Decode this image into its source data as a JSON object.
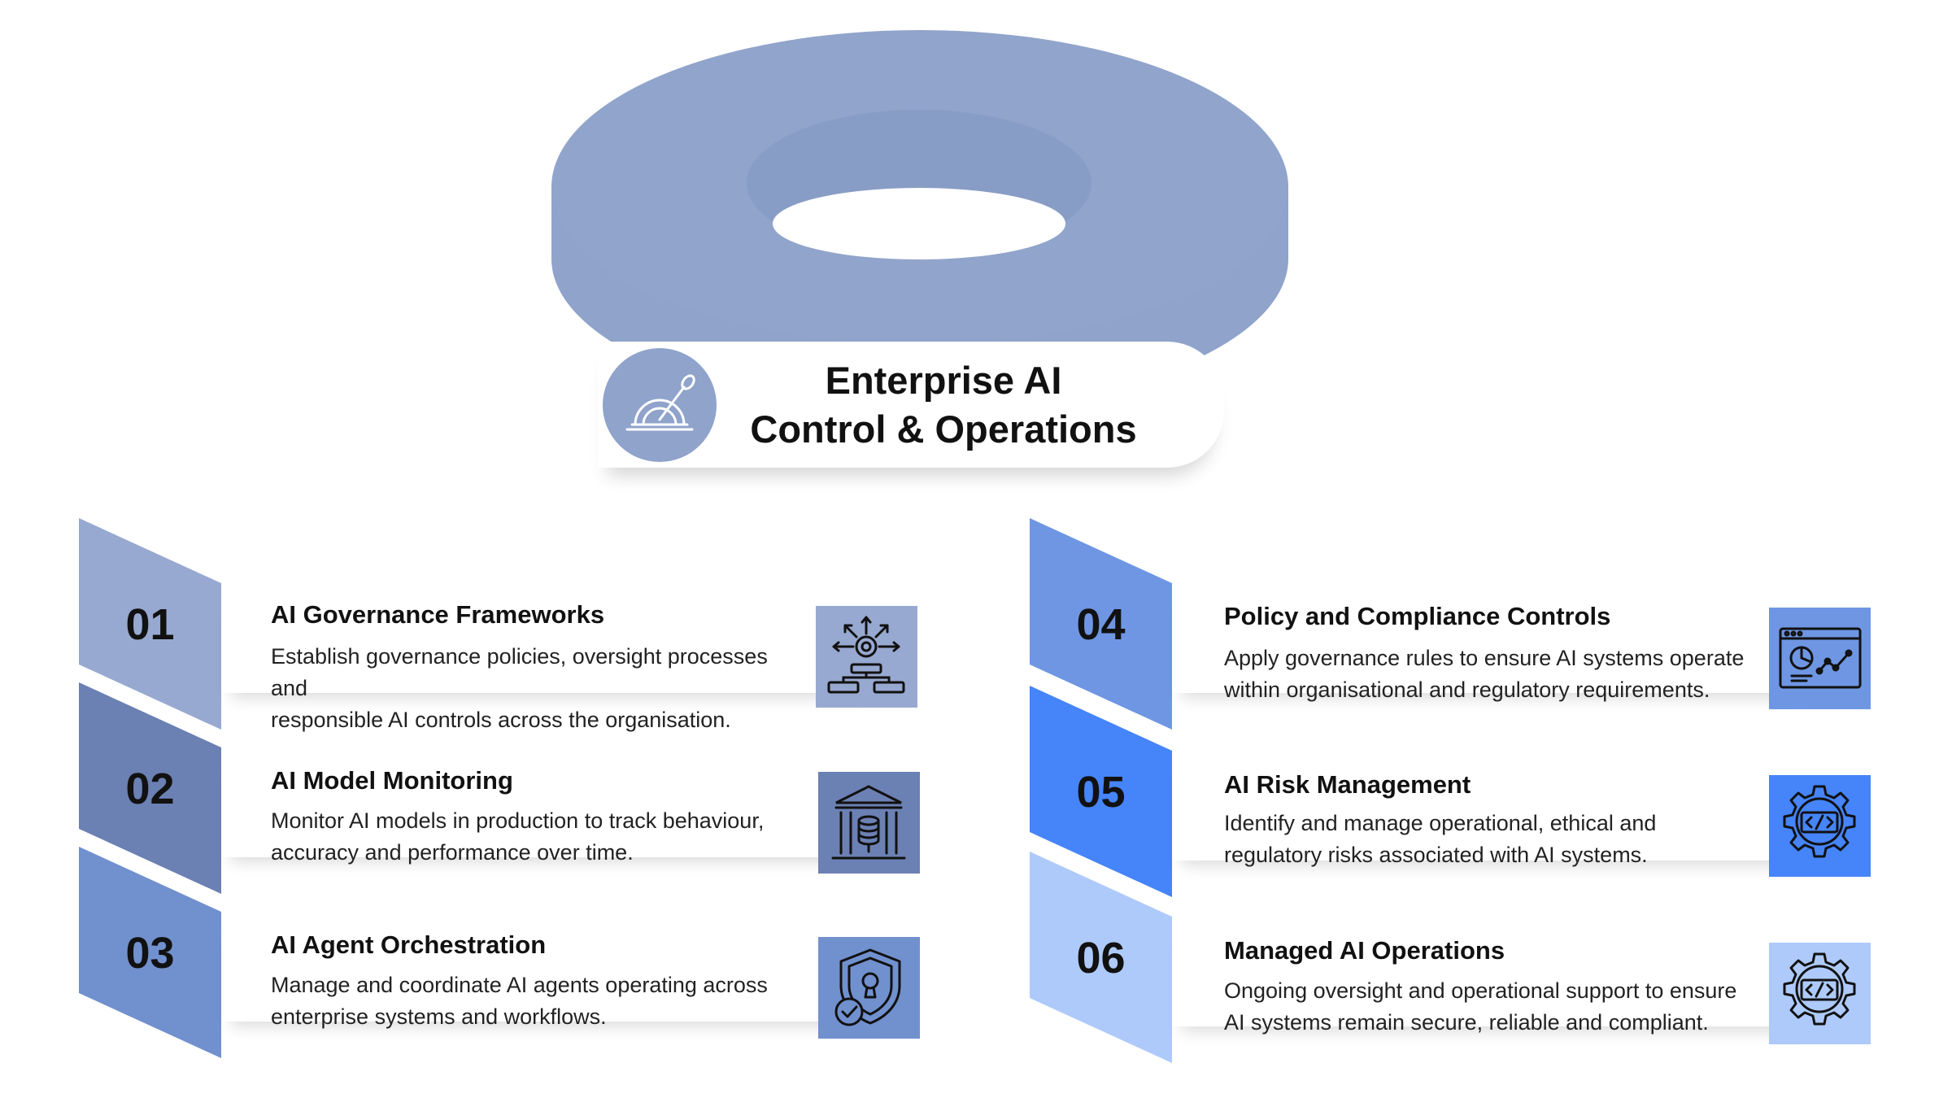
{
  "title": {
    "line1": "Enterprise AI",
    "line2": "Control & Operations",
    "icon": "control-lever-icon"
  },
  "colors": {
    "ring": "#8fa3cb",
    "ring_inner": "#889dc5",
    "title_icon_bg": "#8fa3cb"
  },
  "steps": [
    {
      "number": "01",
      "title": "AI Governance Frameworks",
      "description_lines": [
        "Establish governance policies, oversight processes and",
        "responsible AI controls across the organisation."
      ],
      "icon": "governance-network-icon",
      "color": "#97a9d0"
    },
    {
      "number": "02",
      "title": "AI Model Monitoring",
      "description_lines": [
        "Monitor AI models in production to track behaviour,",
        "accuracy and performance over time."
      ],
      "icon": "data-building-icon",
      "color": "#6b80b3"
    },
    {
      "number": "03",
      "title": "AI Agent Orchestration",
      "description_lines": [
        "Manage and coordinate AI agents operating across",
        "enterprise systems and workflows."
      ],
      "icon": "shield-lock-icon",
      "color": "#7190ce"
    },
    {
      "number": "04",
      "title": "Policy and Compliance Controls",
      "description_lines": [
        "Apply governance rules to ensure AI systems operate",
        "within organisational and regulatory requirements."
      ],
      "icon": "analytics-dashboard-icon",
      "color": "#6e96e3"
    },
    {
      "number": "05",
      "title": "AI Risk Management",
      "description_lines": [
        "Identify and manage operational, ethical and",
        "regulatory risks associated with AI systems."
      ],
      "icon": "code-gear-icon",
      "color": "#4584f9"
    },
    {
      "number": "06",
      "title": "Managed AI Operations",
      "description_lines": [
        "Ongoing oversight and operational support to ensure",
        "AI systems remain secure, reliable and compliant."
      ],
      "icon": "code-gear-icon",
      "color": "#aecafb"
    }
  ]
}
